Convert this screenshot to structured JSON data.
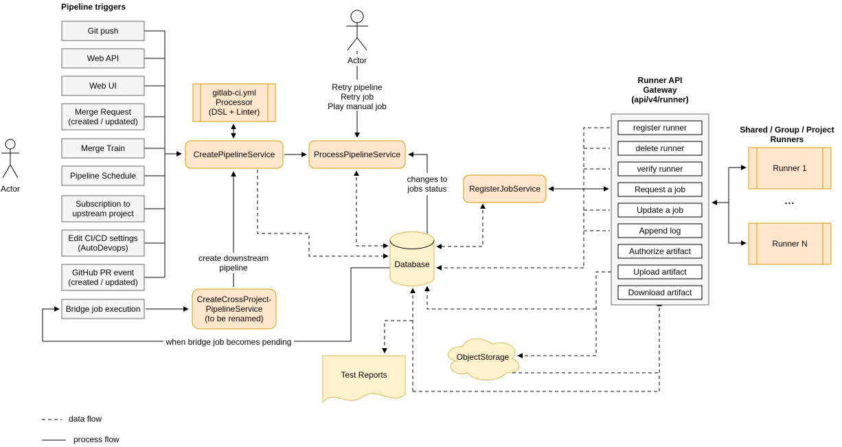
{
  "triggers_title": "Pipeline triggers",
  "triggers": [
    "Git push",
    "Web API",
    "Web UI",
    "Merge Request\n(created / updated)",
    "Merge Train",
    "Pipeline Schedule",
    "Subscription to\nupstream project",
    "Edit CI/CD settings\n(AutoDevops)",
    "GitHub PR event\n(created / updated)",
    "Bridge job execution"
  ],
  "actors": {
    "left": "Actor",
    "top": "Actor"
  },
  "services": {
    "processor": "gitlab-ci.yml\nProcessor\n(DSL + Linter)",
    "create_pipeline": "CreatePipelineService",
    "process_pipeline": "ProcessPipelineService",
    "register_job": "RegisterJobService",
    "cross_project": "CreateCrossProject-\nPipelineService\n(to be renamed)"
  },
  "storage": {
    "database": "Database",
    "test_reports": "Test Reports",
    "object_storage": "ObjectStorage"
  },
  "gateway": {
    "title": "Runner API\nGateway\n(api/v4/runner)",
    "endpoints": [
      "register runner",
      "delete runner",
      "verify runner",
      "Request a job",
      "Update a job",
      "Append log",
      "Authorize artifact",
      "Upload artifact",
      "Download artifact"
    ]
  },
  "runners": {
    "title": "Shared / Group / Project\nRunners",
    "runner_1": "Runner 1",
    "runner_n": "Runner N",
    "ellipsis": "..."
  },
  "annotations": {
    "retry_actions": "Retry pipeline\nRetry job\nPlay manual job",
    "changes_to_jobs_status": "changes to\njobs status",
    "create_downstream": "create downstream\npipeline",
    "bridge_pending": "when bridge job becomes pending"
  },
  "legend": {
    "data_flow": "data flow",
    "process_flow": "process flow"
  },
  "colors": {
    "service_fill": "#ffe6cc",
    "service_border": "#d79b00",
    "storage_fill": "#fff2cc",
    "storage_border": "#d6b656",
    "trigger_fill": "#f5f5f5",
    "trigger_border": "#666666",
    "endpoint_fill": "#ffffff",
    "line": "#000000"
  }
}
